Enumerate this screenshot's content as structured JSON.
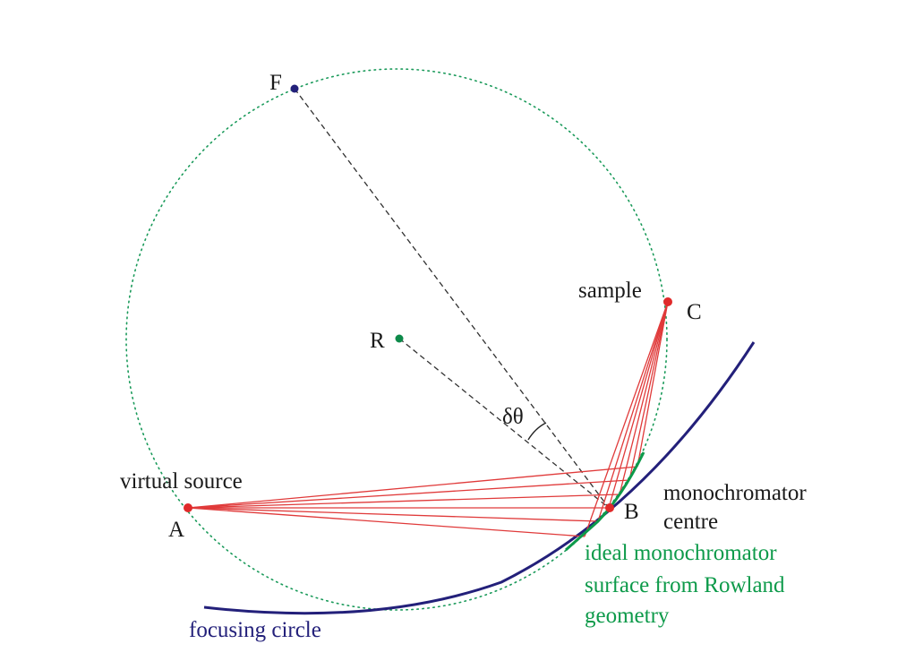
{
  "points": {
    "F": "F",
    "R": "R",
    "C": "C",
    "A": "A",
    "B": "B"
  },
  "labels": {
    "sample": "sample",
    "virtual_source": "virtual source",
    "monochromator_line1": "monochromator",
    "monochromator_line2": "centre",
    "ideal_line1": "ideal monochromator",
    "ideal_line2": "surface from Rowland",
    "ideal_line3": "geometry",
    "focusing_circle": "focusing circle",
    "angle": "δθ"
  },
  "colors": {
    "rowland_circle": "#1a9a5a",
    "focusing_circle": "#23207a",
    "rays": "#e03a3a",
    "ideal_surface": "#0d9a4a",
    "point_red": "#e02a2a",
    "point_F": "#23207a",
    "point_R": "#0d8a4a",
    "construction": "#333333"
  }
}
